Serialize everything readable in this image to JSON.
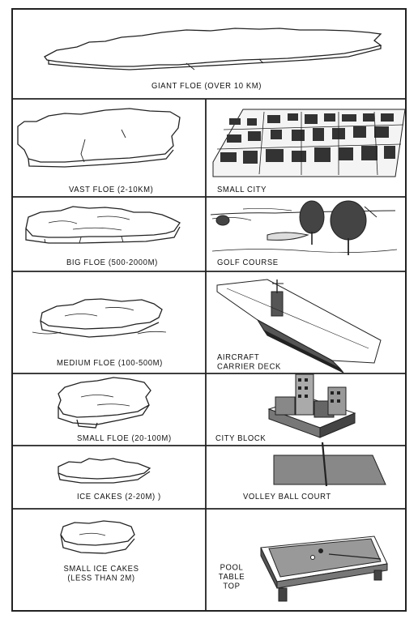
{
  "giant": {
    "label": "GIANT FLOE (OVER 10 KM)"
  },
  "rows": [
    {
      "floe_label": "VAST FLOE (2-10KM)",
      "comparison_label": "SMALL CITY"
    },
    {
      "floe_label": "BIG FLOE (500-2000M)",
      "comparison_label": "GOLF COURSE"
    },
    {
      "floe_label": "MEDIUM FLOE (100-500M)",
      "comparison_label": "AIRCRAFT\nCARRIER DECK"
    },
    {
      "floe_label": "SMALL FLOE (20-100M)",
      "comparison_label": "CITY BLOCK"
    },
    {
      "floe_label": "ICE CAKES (2-20M) )",
      "comparison_label": "VOLLEY BALL COURT"
    },
    {
      "floe_label": "SMALL ICE CAKES\n(LESS THAN 2M)",
      "comparison_label": "POOL\nTABLE\nTOP"
    }
  ]
}
